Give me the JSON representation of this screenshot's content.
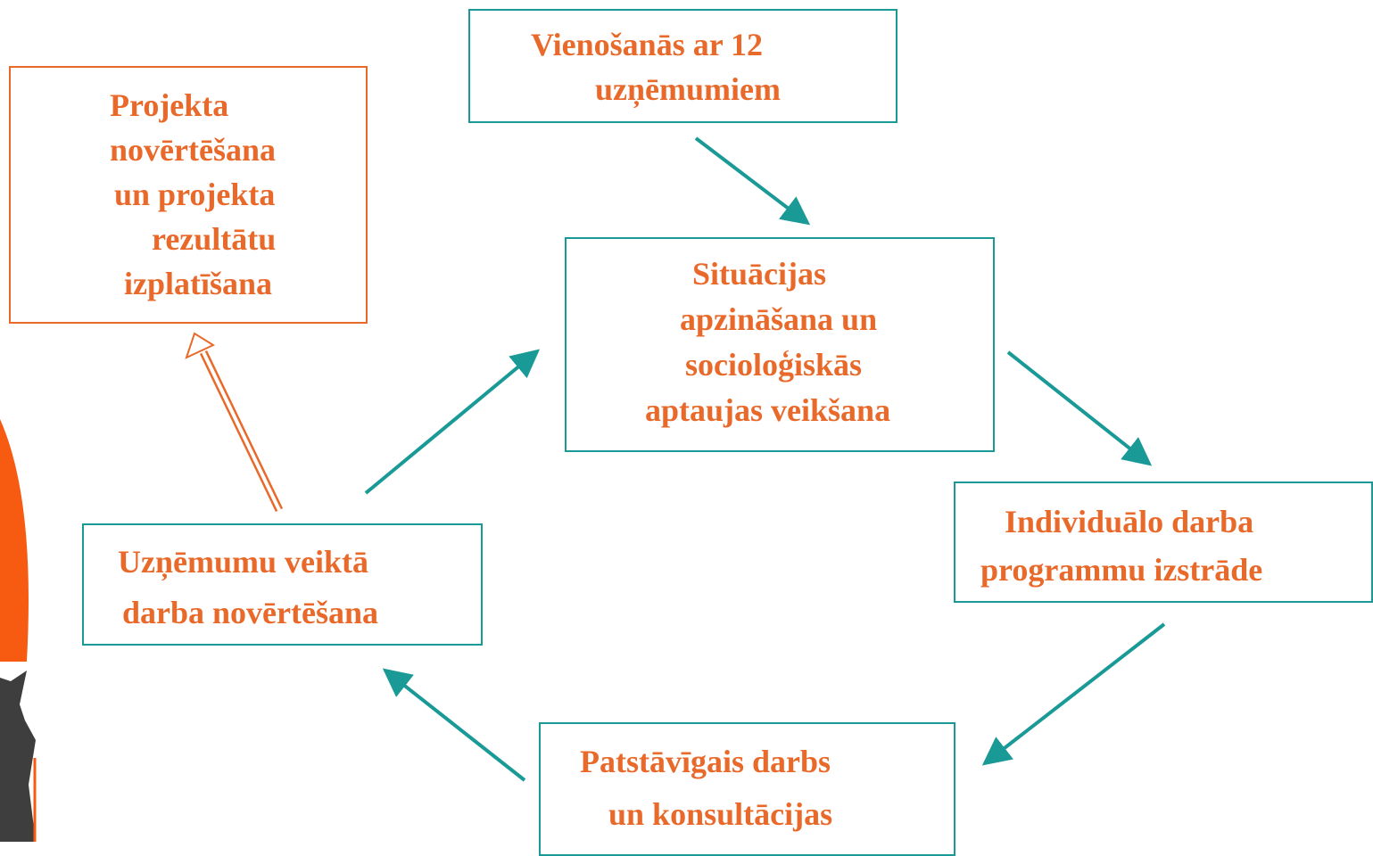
{
  "colors": {
    "teal": "#1a9a96",
    "orange": "#e8692a",
    "bright_orange": "#f75b12",
    "gray": "#3e3e3e"
  },
  "boxes": {
    "agreement": {
      "line1": "Vienošanās ar 12",
      "line2": "uzņēmumiem"
    },
    "situation": {
      "line1": "Situācijas",
      "line2": "apzināšana un",
      "line3": "socioloģiskās",
      "line4": "aptaujas veikšana"
    },
    "programs": {
      "line1": "Individuālo darba",
      "line2": "programmu izstrāde"
    },
    "independent_work": {
      "line1": "Patstāvīgais darbs",
      "line2": "un konsultācijas"
    },
    "company_evaluation": {
      "line1": "Uzņēmumu veiktā",
      "line2": "darba novērtēšana"
    },
    "project_evaluation": {
      "line1": "Projekta",
      "line2": "novērtēšana",
      "line3": "un projekta",
      "line4": "rezultātu",
      "line5": "izplatīšana"
    }
  }
}
